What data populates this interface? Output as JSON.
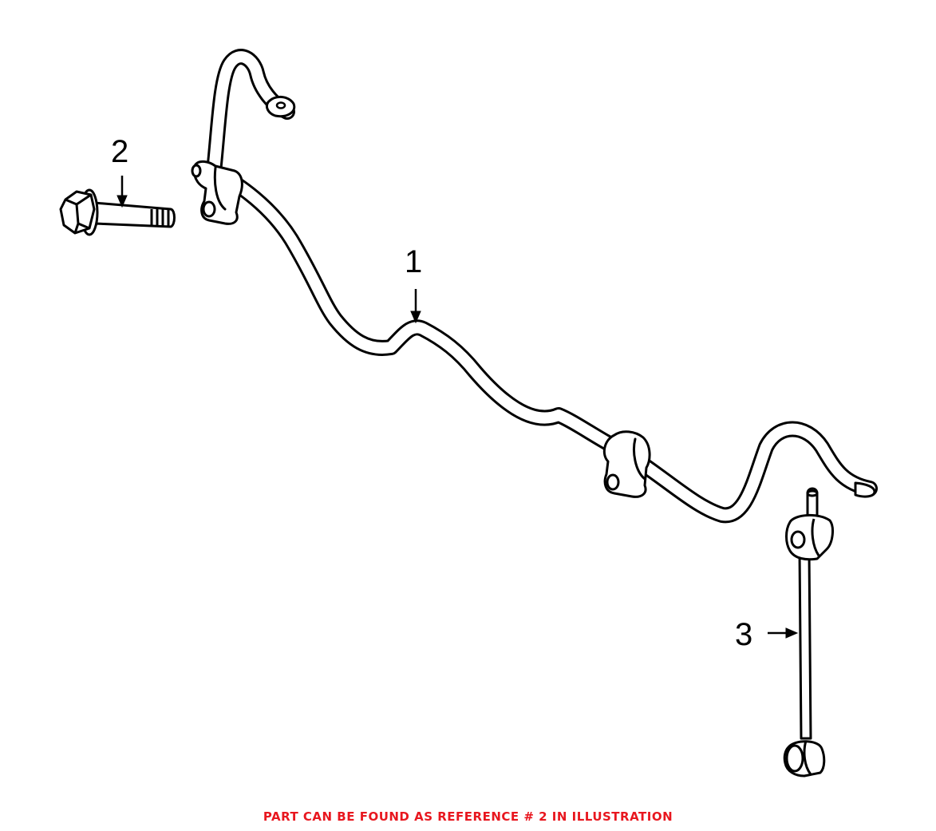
{
  "callouts": {
    "ref_1": "1",
    "ref_2": "2",
    "ref_3": "3"
  },
  "caption": {
    "text": "PART CAN BE FOUND AS REFERENCE # 2 IN ILLUSTRATION",
    "color": "#e8171f"
  },
  "icons": {
    "stabilizer_bar": "stabilizer-bar-icon",
    "bolt": "bolt-icon",
    "stabilizer_link": "stabilizer-link-icon"
  }
}
